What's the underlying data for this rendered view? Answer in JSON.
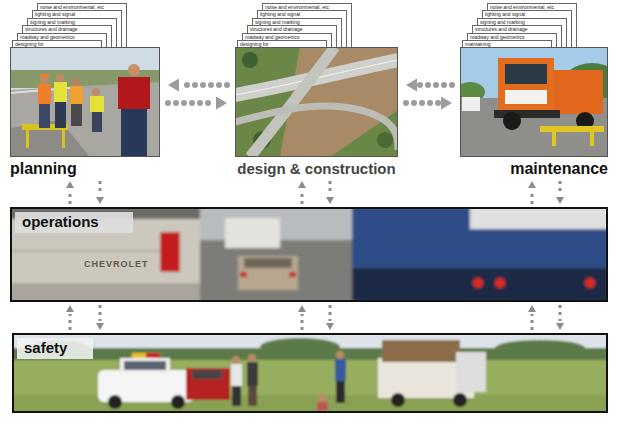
{
  "diagram": {
    "nodes": [
      {
        "text": [
          "noise and environmental, etc"
        ]
      },
      {
        "text": [
          "lighting and signal"
        ]
      },
      {
        "text": [
          "signing and marking"
        ]
      },
      {
        "text": [
          "structures and drainage"
        ]
      },
      {
        "text": [
          "roadway and geometrics"
        ]
      },
      {
        "text": [
          "designing for"
        ]
      },
      {
        "text": [
          "planning"
        ]
      },
      {
        "text": [
          "noise and environmental, etc"
        ]
      },
      {
        "text": [
          "lighting and signal"
        ]
      },
      {
        "text": [
          "signing and marking"
        ]
      },
      {
        "text": [
          "structures and drainage"
        ]
      },
      {
        "text": [
          "roadway and geometrics"
        ]
      },
      {
        "text": [
          "designing for"
        ]
      },
      {
        "text": [
          "design & construction"
        ]
      },
      {
        "text": [
          "noise and environmental, etc"
        ]
      },
      {
        "text": [
          "lighting and signal"
        ]
      },
      {
        "text": [
          "signing and marking"
        ]
      },
      {
        "text": [
          "structures and drainage"
        ]
      },
      {
        "text": [
          "roadway and geometrics"
        ]
      },
      {
        "text": [
          "maintaining"
        ]
      },
      {
        "text": [
          "maintenance"
        ]
      },
      {
        "text": [
          "operations"
        ]
      },
      {
        "text": [
          "safety"
        ]
      }
    ],
    "edges": [
      {
        "from": 13,
        "to": 6,
        "arrow": "to"
      },
      {
        "from": 6,
        "to": 13,
        "arrow": "to"
      },
      {
        "from": 20,
        "to": 13,
        "arrow": "to"
      },
      {
        "from": 13,
        "to": 20,
        "arrow": "to"
      },
      {
        "from": 21,
        "to": 6,
        "arrow": "to"
      },
      {
        "from": 6,
        "to": 21,
        "arrow": "to"
      },
      {
        "from": 21,
        "to": 13,
        "arrow": "to"
      },
      {
        "from": 13,
        "to": 21,
        "arrow": "to"
      },
      {
        "from": 21,
        "to": 20,
        "arrow": "to"
      },
      {
        "from": 20,
        "to": 21,
        "arrow": "to"
      },
      {
        "from": 22,
        "to": 21,
        "arrow": "to"
      },
      {
        "from": 21,
        "to": 22,
        "arrow": "to"
      },
      {
        "from": 22,
        "to": 21,
        "arrow": "to"
      },
      {
        "from": 21,
        "to": 22,
        "arrow": "to"
      },
      {
        "from": 22,
        "to": 21,
        "arrow": "to"
      },
      {
        "from": 21,
        "to": 22,
        "arrow": "to"
      }
    ],
    "labels": [
      "CHEVROLET"
    ]
  }
}
